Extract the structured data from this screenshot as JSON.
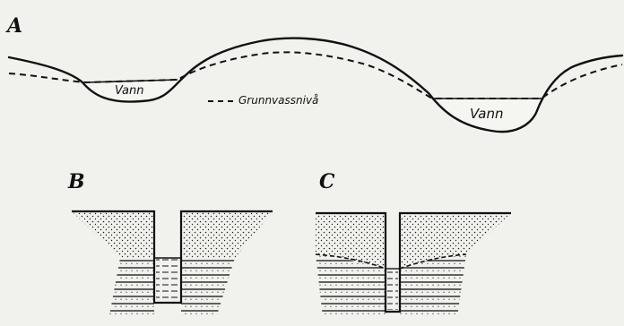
{
  "panels": {
    "a": "A",
    "b": "B",
    "c": "C"
  },
  "labels": {
    "water_left": "Vann",
    "water_right": "Vann",
    "groundwater_level": "Grunnvassnivå"
  },
  "colors": {
    "background": "#f1f1ee",
    "ink": "#111111"
  }
}
